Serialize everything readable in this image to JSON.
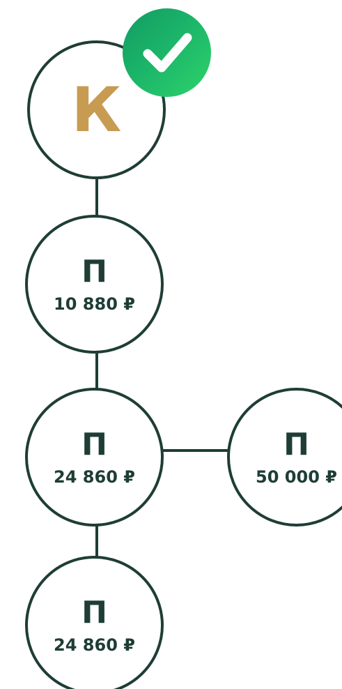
{
  "root": {
    "letter": "К",
    "status_icon": "checkmark-icon",
    "accent_color": "#c89b52",
    "badge_color": "#22c26c"
  },
  "line_color": "#1e3d36",
  "nodes": [
    {
      "letter": "П",
      "amount": "10 880 ₽"
    },
    {
      "letter": "П",
      "amount": "24 860 ₽"
    },
    {
      "letter": "П",
      "amount": "50 000 ₽"
    },
    {
      "letter": "П",
      "amount": "24 860 ₽"
    }
  ]
}
